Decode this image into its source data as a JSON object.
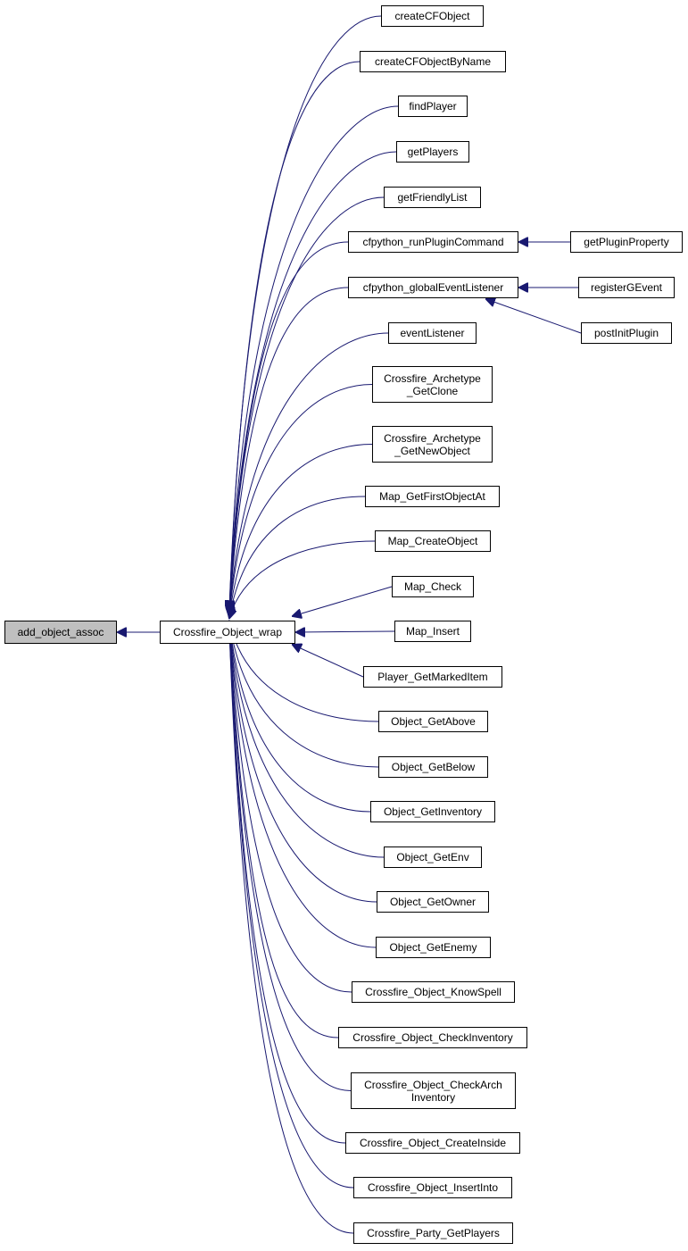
{
  "colors": {
    "edge": "#191970",
    "node_border": "#000000",
    "node_fill": "#ffffff",
    "current_fill": "#bfbfbf"
  },
  "nodes": [
    {
      "id": "n0",
      "label": "add_object_assoc",
      "current": true
    },
    {
      "id": "n1",
      "label": "Crossfire_Object_wrap"
    },
    {
      "id": "n2",
      "label": "createCFObject"
    },
    {
      "id": "n3",
      "label": "createCFObjectByName"
    },
    {
      "id": "n4",
      "label": "findPlayer"
    },
    {
      "id": "n5",
      "label": "getPlayers"
    },
    {
      "id": "n6",
      "label": "getFriendlyList"
    },
    {
      "id": "n7",
      "label": "cfpython_runPluginCommand"
    },
    {
      "id": "n8",
      "label": "getPluginProperty"
    },
    {
      "id": "n9",
      "label": "cfpython_globalEventListener"
    },
    {
      "id": "n10",
      "label": "registerGEvent"
    },
    {
      "id": "n11",
      "label": "postInitPlugin"
    },
    {
      "id": "n12",
      "label": "eventListener"
    },
    {
      "id": "n13",
      "label": "Crossfire_Archetype\n_GetClone"
    },
    {
      "id": "n14",
      "label": "Crossfire_Archetype\n_GetNewObject"
    },
    {
      "id": "n15",
      "label": "Map_GetFirstObjectAt"
    },
    {
      "id": "n16",
      "label": "Map_CreateObject"
    },
    {
      "id": "n17",
      "label": "Map_Check"
    },
    {
      "id": "n18",
      "label": "Map_Insert"
    },
    {
      "id": "n19",
      "label": "Player_GetMarkedItem"
    },
    {
      "id": "n20",
      "label": "Object_GetAbove"
    },
    {
      "id": "n21",
      "label": "Object_GetBelow"
    },
    {
      "id": "n22",
      "label": "Object_GetInventory"
    },
    {
      "id": "n23",
      "label": "Object_GetEnv"
    },
    {
      "id": "n24",
      "label": "Object_GetOwner"
    },
    {
      "id": "n25",
      "label": "Object_GetEnemy"
    },
    {
      "id": "n26",
      "label": "Crossfire_Object_KnowSpell"
    },
    {
      "id": "n27",
      "label": "Crossfire_Object_CheckInventory"
    },
    {
      "id": "n28",
      "label": "Crossfire_Object_CheckArch\nInventory"
    },
    {
      "id": "n29",
      "label": "Crossfire_Object_CreateInside"
    },
    {
      "id": "n30",
      "label": "Crossfire_Object_InsertInto"
    },
    {
      "id": "n31",
      "label": "Crossfire_Party_GetPlayers"
    }
  ],
  "edges": [
    {
      "from": "n1",
      "to": "n0"
    },
    {
      "from": "n2",
      "to": "n1"
    },
    {
      "from": "n3",
      "to": "n1"
    },
    {
      "from": "n4",
      "to": "n1"
    },
    {
      "from": "n5",
      "to": "n1"
    },
    {
      "from": "n6",
      "to": "n1"
    },
    {
      "from": "n7",
      "to": "n1"
    },
    {
      "from": "n9",
      "to": "n1"
    },
    {
      "from": "n12",
      "to": "n1"
    },
    {
      "from": "n13",
      "to": "n1"
    },
    {
      "from": "n14",
      "to": "n1"
    },
    {
      "from": "n15",
      "to": "n1"
    },
    {
      "from": "n16",
      "to": "n1"
    },
    {
      "from": "n17",
      "to": "n1"
    },
    {
      "from": "n18",
      "to": "n1"
    },
    {
      "from": "n19",
      "to": "n1"
    },
    {
      "from": "n20",
      "to": "n1"
    },
    {
      "from": "n21",
      "to": "n1"
    },
    {
      "from": "n22",
      "to": "n1"
    },
    {
      "from": "n23",
      "to": "n1"
    },
    {
      "from": "n24",
      "to": "n1"
    },
    {
      "from": "n25",
      "to": "n1"
    },
    {
      "from": "n26",
      "to": "n1"
    },
    {
      "from": "n27",
      "to": "n1"
    },
    {
      "from": "n28",
      "to": "n1"
    },
    {
      "from": "n29",
      "to": "n1"
    },
    {
      "from": "n30",
      "to": "n1"
    },
    {
      "from": "n31",
      "to": "n1"
    },
    {
      "from": "n8",
      "to": "n7"
    },
    {
      "from": "n10",
      "to": "n9"
    },
    {
      "from": "n11",
      "to": "n9"
    }
  ]
}
